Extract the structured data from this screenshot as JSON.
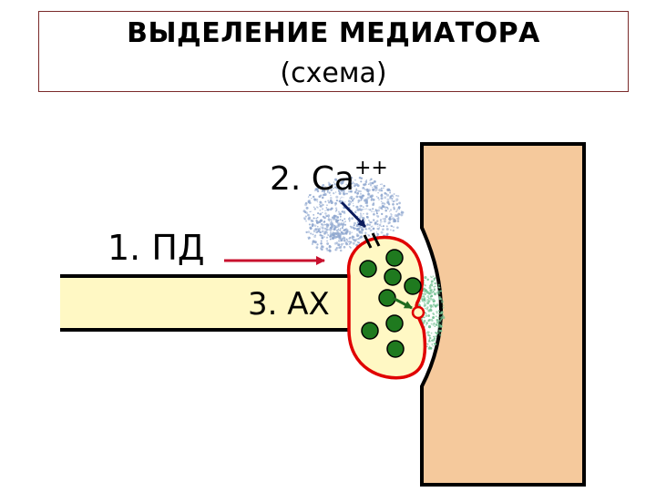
{
  "title": {
    "line1": "ВЫДЕЛЕНИЕ МЕДИАТОРА",
    "line2": "(схема)"
  },
  "labels": {
    "step1": "1. ПД",
    "step2_main": "2. Са",
    "step2_sup": "++",
    "step3": "3. АХ"
  },
  "colors": {
    "axon_fill": "#fff8c4",
    "terminal_outline": "#e00000",
    "muscle_fill": "#f5c99c",
    "vesicle_fill": "#1f7a1f",
    "arrow_red": "#c8102e",
    "ca_cloud": "#8fa7cf",
    "ach_cloud": "#6fbf8f"
  }
}
